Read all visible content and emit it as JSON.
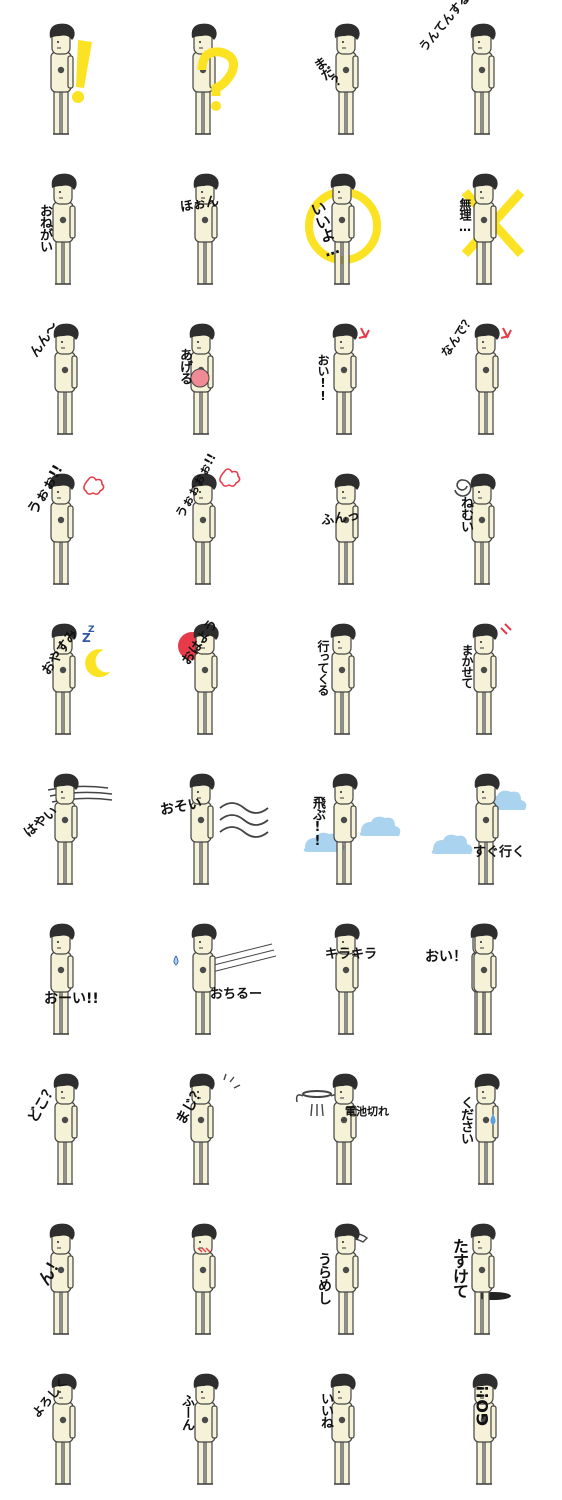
{
  "stickers": [
    {
      "label": "!"
    },
    {
      "label": "?"
    },
    {
      "label": "まだ？"
    },
    {
      "label": "うんてんする"
    },
    {
      "label": "おねがい"
    },
    {
      "label": "ほぉん"
    },
    {
      "label": "いいよ…"
    },
    {
      "label": "無理…"
    },
    {
      "label": "んん～"
    },
    {
      "label": "あげる"
    },
    {
      "label": "おい!!"
    },
    {
      "label": "なんで？"
    },
    {
      "label": "うぉぉ!!"
    },
    {
      "label": "うぉぉぉぉ!!"
    },
    {
      "label": "ふんっ"
    },
    {
      "label": "ねむい"
    },
    {
      "label": "おやすみ"
    },
    {
      "label": "おはよう"
    },
    {
      "label": "行ってくる"
    },
    {
      "label": "まかせて"
    },
    {
      "label": "はやい"
    },
    {
      "label": "おそい"
    },
    {
      "label": "飛ぶ!!"
    },
    {
      "label": "すぐ行く"
    },
    {
      "label": "おーい!!"
    },
    {
      "label": "おちるー"
    },
    {
      "label": "キラキラ"
    },
    {
      "label": "おい！"
    },
    {
      "label": "どこ？"
    },
    {
      "label": "まじ？"
    },
    {
      "label": "電池切れ"
    },
    {
      "label": "ください"
    },
    {
      "label": "ん！"
    },
    {
      "label": ""
    },
    {
      "label": "うらめし"
    },
    {
      "label": "たすけて"
    },
    {
      "label": "よろしく"
    },
    {
      "label": "ふーん"
    },
    {
      "label": "いいね"
    },
    {
      "label": "GO!!"
    }
  ],
  "colors": {
    "body": "#f6f2d8",
    "outline": "#444444",
    "hair": "#2e2e2e",
    "yellow": "#fbe324",
    "red": "#e83b4a",
    "pink": "#f08a94",
    "sky": "#a9d3ef",
    "blue": "#2f57a8",
    "text": "#111111"
  },
  "icons": [
    "exclamation-mark",
    "question-mark",
    "circle-ok",
    "cross-no",
    "anger-mark",
    "steam-puff",
    "swirl",
    "sleep-z",
    "moon",
    "sun",
    "speed-lines",
    "cloud",
    "sweat-drop",
    "halo-wings",
    "blush",
    "hole"
  ]
}
